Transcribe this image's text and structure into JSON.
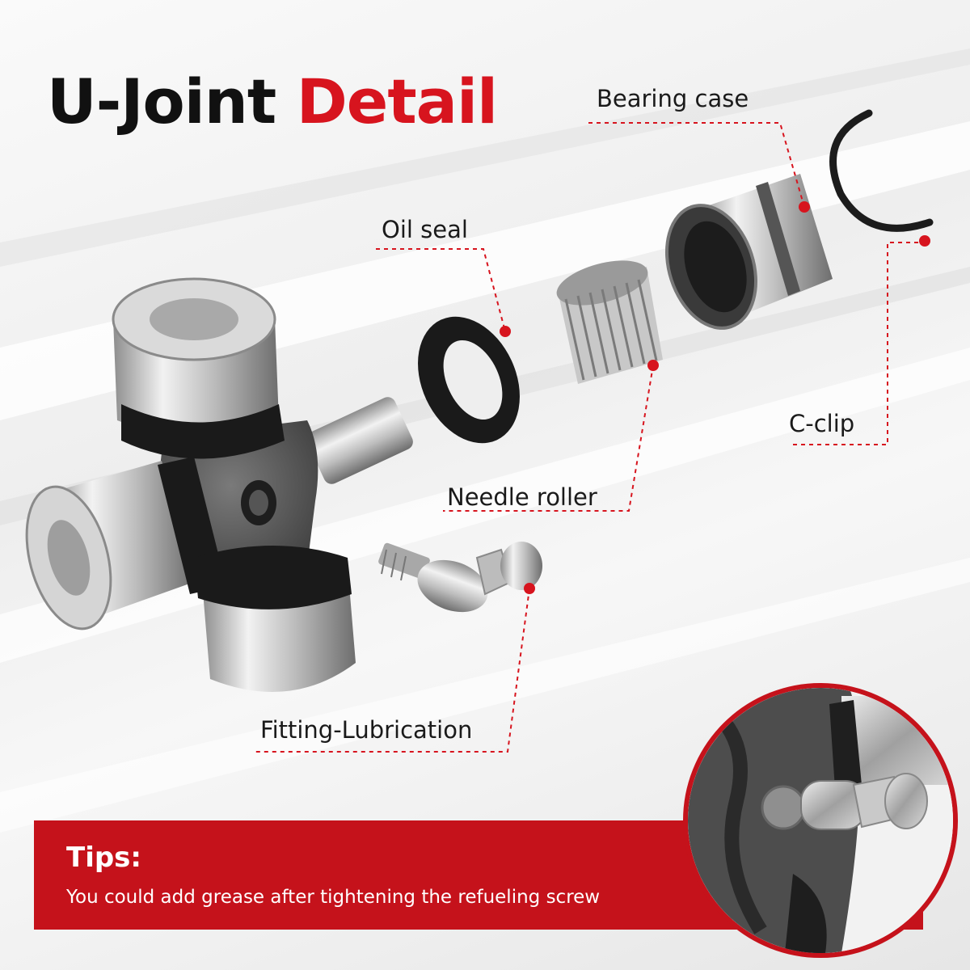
{
  "title": {
    "word1": "U-Joint",
    "word2": "Detail"
  },
  "callouts": {
    "bearing_case": "Bearing case",
    "oil_seal": "Oil seal",
    "c_clip": "C-clip",
    "needle_roller": "Needle roller",
    "fitting_lubrication": "Fitting-Lubrication"
  },
  "tips": {
    "heading": "Tips:",
    "text": "You could add grease after tightening the refueling screw"
  },
  "colors": {
    "accent": "#d7141e",
    "banner": "#c5121b",
    "title_dark": "#111111"
  }
}
